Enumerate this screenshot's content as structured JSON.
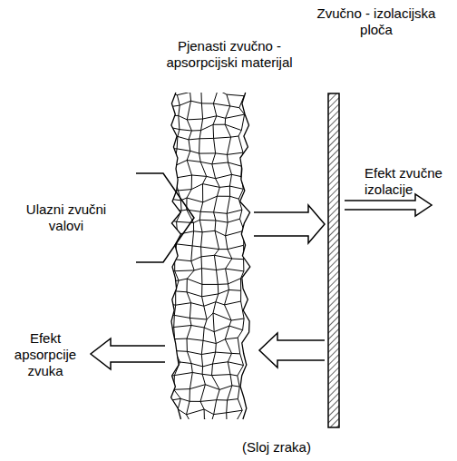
{
  "diagram": {
    "labels": [
      "Zvučno - izolacijska ploča",
      "Pjenasti zvučno - apsorpcijski materijal",
      "Ulazni zvučni valovi",
      "Efekt zvučne izolacije",
      "Efekt apsorpcije zvuka",
      "(Sloj zraka)"
    ]
  }
}
